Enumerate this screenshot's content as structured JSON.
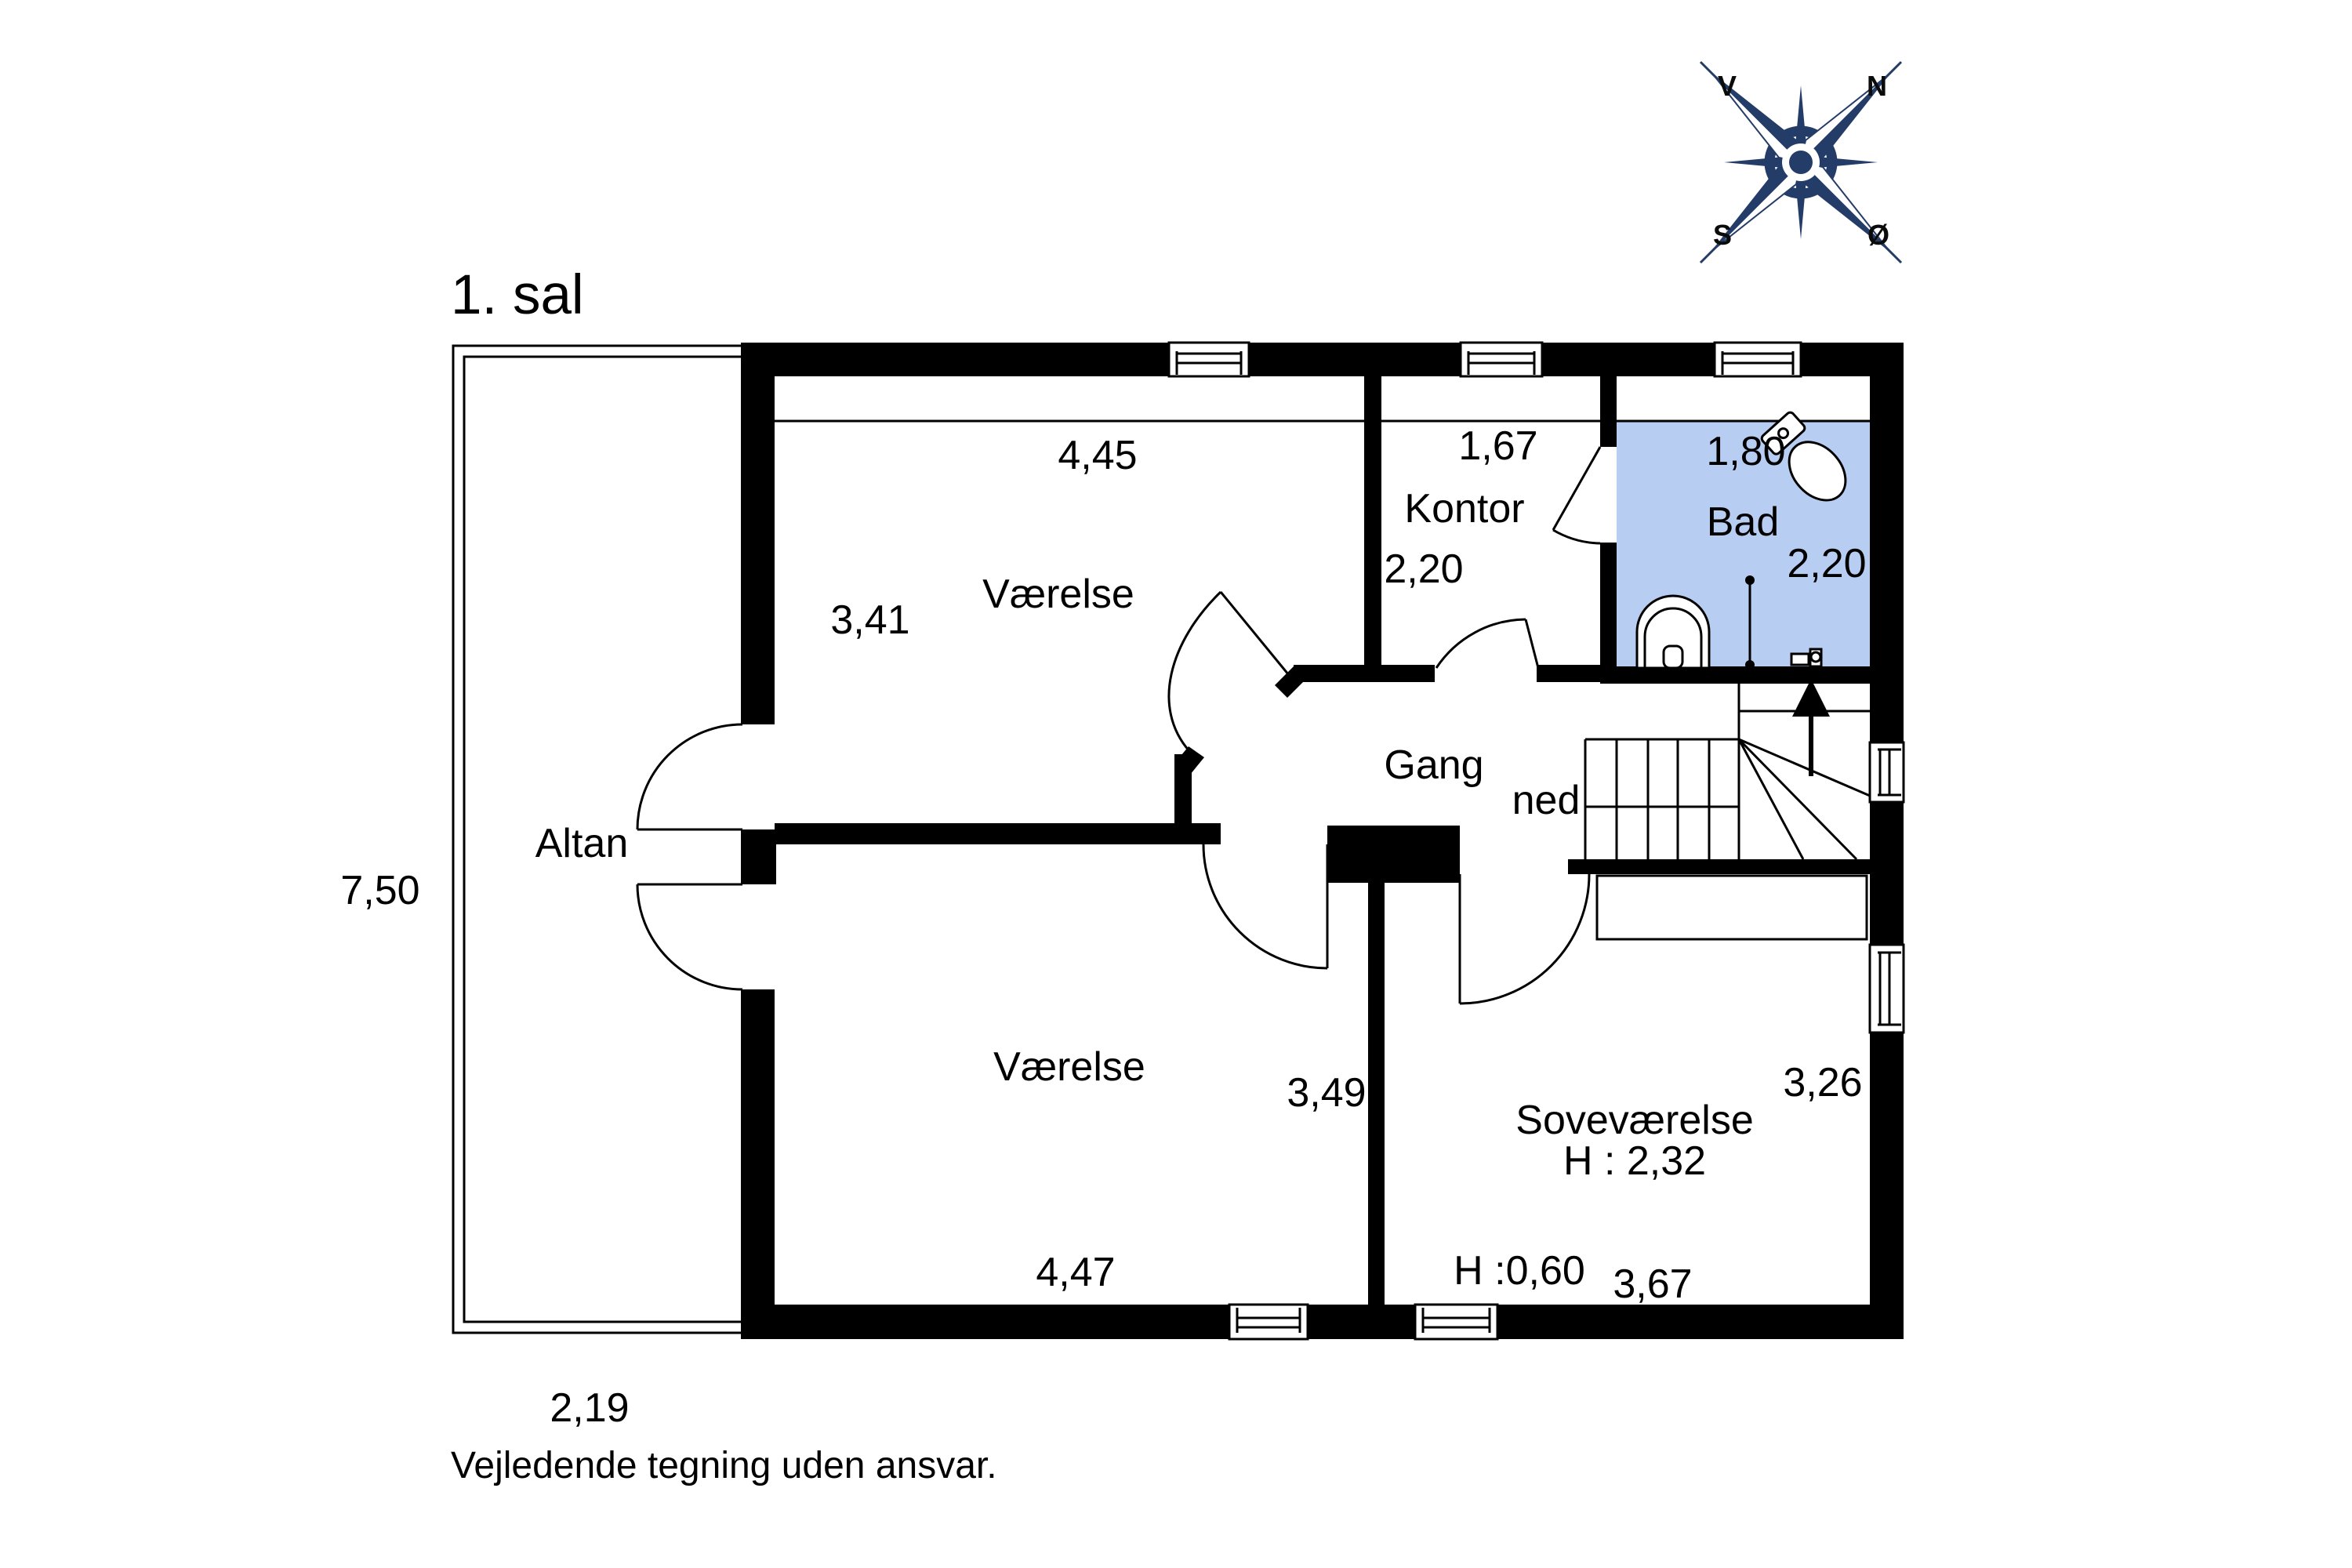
{
  "title": "1. sal",
  "disclaimer": "Vejledende tegning uden ansvar.",
  "compass": {
    "north": "N",
    "east": "Ø",
    "south": "S",
    "west": "V"
  },
  "colors": {
    "wall": "#000000",
    "bath_fill": "#b8cdf2",
    "compass_navy": "#233c68",
    "office_text": "#45423a"
  },
  "stairs": {
    "direction_label": "ned"
  },
  "rooms": {
    "room_top": {
      "name": "Værelse",
      "width": "4,45",
      "depth": "3,41"
    },
    "office": {
      "name": "Kontor",
      "width": "1,67",
      "depth": "2,20"
    },
    "bathroom": {
      "name": "Bad",
      "width": "1,80",
      "depth": "2,20"
    },
    "hallway": {
      "name": "Gang"
    },
    "room_bottom": {
      "name": "Værelse",
      "width": "4,47",
      "depth": "3,49"
    },
    "bedroom": {
      "name": "Soveværelse",
      "ceiling_height": "H : 2,32",
      "width": "3,67",
      "depth": "3,26",
      "knee_wall_height": "H :0,60"
    },
    "balcony": {
      "name": "Altan",
      "width": "2,19",
      "depth": "7,50"
    }
  }
}
